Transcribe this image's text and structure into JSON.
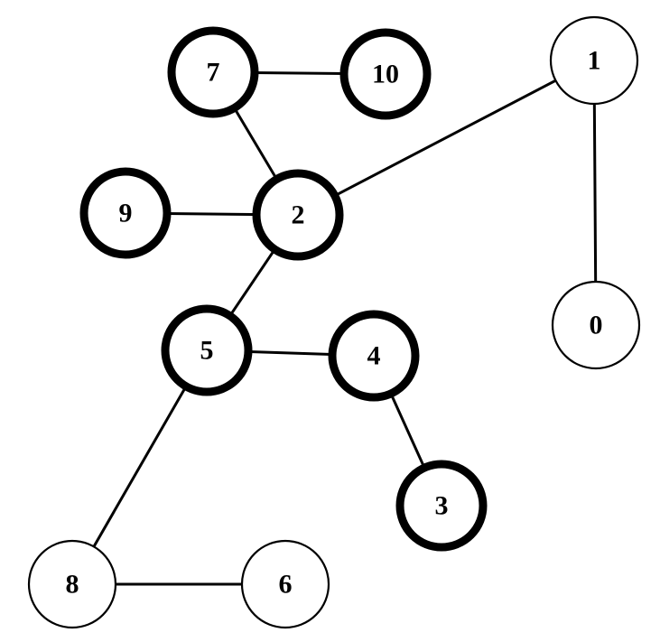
{
  "graph": {
    "nodes": [
      {
        "id": "0",
        "label": "0",
        "highlighted": false
      },
      {
        "id": "1",
        "label": "1",
        "highlighted": false
      },
      {
        "id": "2",
        "label": "2",
        "highlighted": true
      },
      {
        "id": "3",
        "label": "3",
        "highlighted": true
      },
      {
        "id": "4",
        "label": "4",
        "highlighted": true
      },
      {
        "id": "5",
        "label": "5",
        "highlighted": true
      },
      {
        "id": "6",
        "label": "6",
        "highlighted": false
      },
      {
        "id": "7",
        "label": "7",
        "highlighted": true
      },
      {
        "id": "8",
        "label": "8",
        "highlighted": false
      },
      {
        "id": "9",
        "label": "9",
        "highlighted": true
      },
      {
        "id": "10",
        "label": "10",
        "highlighted": true
      }
    ],
    "edges": [
      {
        "from": "7",
        "to": "10"
      },
      {
        "from": "7",
        "to": "2"
      },
      {
        "from": "9",
        "to": "2"
      },
      {
        "from": "2",
        "to": "1"
      },
      {
        "from": "1",
        "to": "0"
      },
      {
        "from": "2",
        "to": "5"
      },
      {
        "from": "5",
        "to": "4"
      },
      {
        "from": "4",
        "to": "3"
      },
      {
        "from": "5",
        "to": "8"
      },
      {
        "from": "8",
        "to": "6"
      }
    ],
    "colors": {
      "stroke": "#000000",
      "fill": "#ffffff",
      "background": "#ffffff"
    }
  }
}
